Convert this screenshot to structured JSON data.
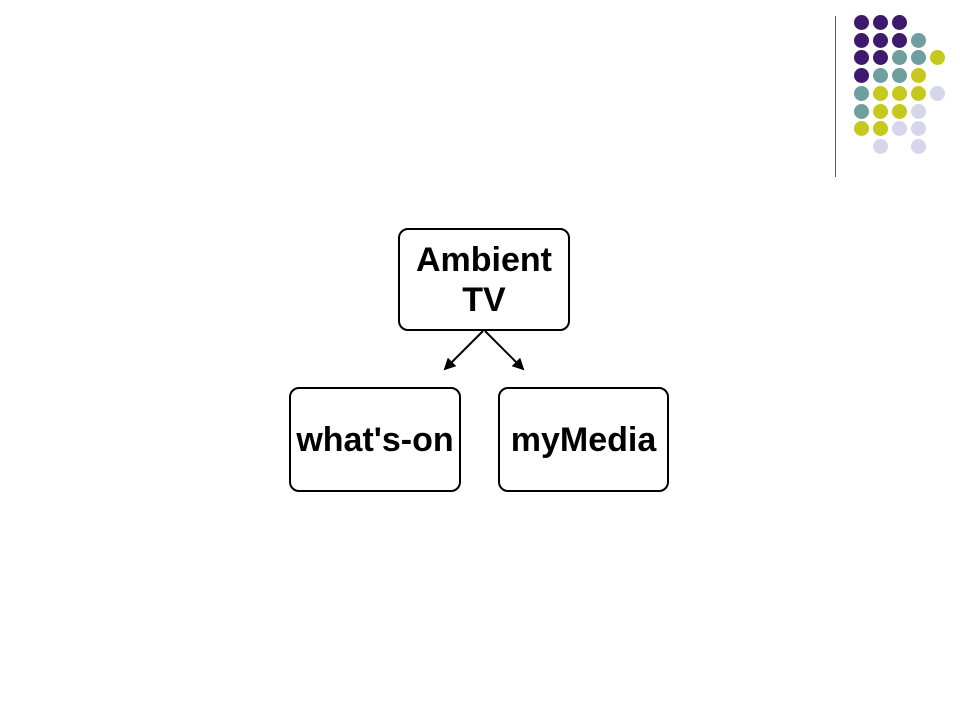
{
  "diagram": {
    "root": {
      "line1": "Ambient",
      "line2": "TV"
    },
    "children": [
      {
        "label": "what's-on"
      },
      {
        "label": "myMedia"
      }
    ]
  },
  "decoration": {
    "dot_colors": {
      "purple": "#3d1a6e",
      "teal": "#6e9e9e",
      "lime": "#c6c81e",
      "lavender": "#d6d6ea"
    }
  }
}
